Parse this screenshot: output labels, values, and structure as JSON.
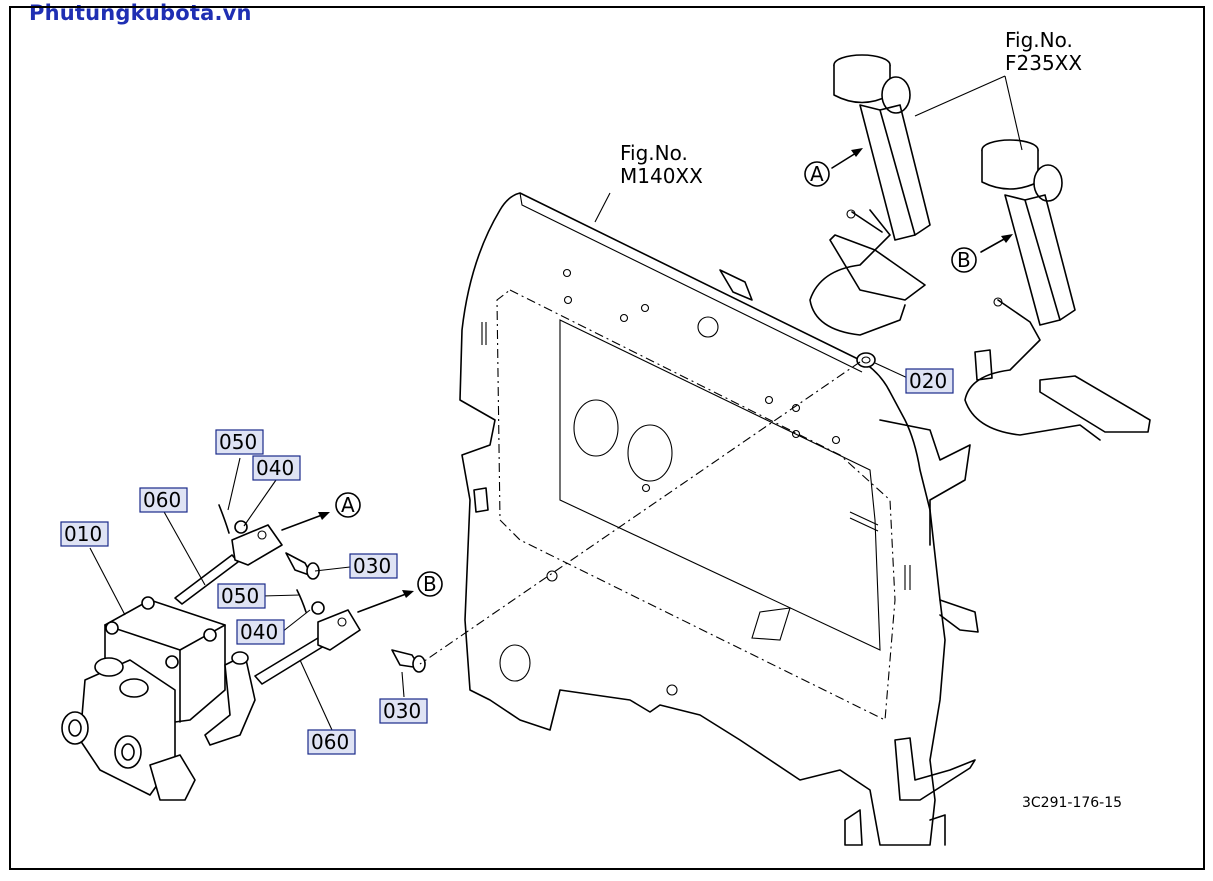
{
  "watermark": {
    "text": "Phutungkubota.vn",
    "color": "#1f2fb3"
  },
  "figure_refs": [
    {
      "id": "panel",
      "fig_label": "Fig.No.",
      "fig_number": "M140XX"
    },
    {
      "id": "pedals",
      "fig_label": "Fig.No.",
      "fig_number": "F235XX"
    }
  ],
  "part_callouts": [
    {
      "id": "010",
      "text": "010"
    },
    {
      "id": "020",
      "text": "020"
    },
    {
      "id": "030a",
      "text": "030"
    },
    {
      "id": "030b",
      "text": "030"
    },
    {
      "id": "040a",
      "text": "040"
    },
    {
      "id": "040b",
      "text": "040"
    },
    {
      "id": "050a",
      "text": "050"
    },
    {
      "id": "050b",
      "text": "050"
    },
    {
      "id": "060a",
      "text": "060"
    },
    {
      "id": "060b",
      "text": "060"
    }
  ],
  "connection_markers": [
    {
      "id": "A1",
      "text": "A"
    },
    {
      "id": "A2",
      "text": "A"
    },
    {
      "id": "B1",
      "text": "B"
    },
    {
      "id": "B2",
      "text": "B"
    }
  ],
  "drawing_number": "3C291-176-15",
  "colors": {
    "callout_box_fill": "#dfe3f4",
    "callout_box_border": "#1a2a8a",
    "line": "#000000"
  }
}
